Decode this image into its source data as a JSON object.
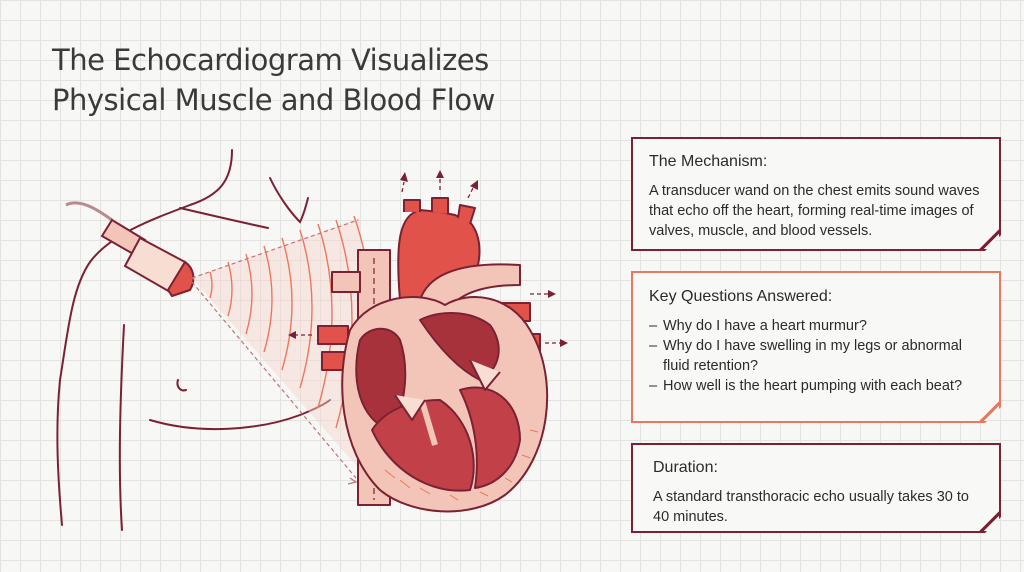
{
  "title": {
    "line1": "The Echocardiogram Visualizes",
    "line2": "Physical Muscle and Blood Flow"
  },
  "cards": {
    "mechanism": {
      "heading": "The Mechanism:",
      "body": "A transducer wand on the chest emits sound waves that echo off the heart, forming real-time images of valves, muscle, and blood vessels."
    },
    "questions": {
      "heading": "Key Questions Answered:",
      "items": [
        "Why do I have a heart murmur?",
        "Why do I have swelling in my legs or abnormal fluid retention?",
        "How well is the heart pumping with each beat?"
      ]
    },
    "duration": {
      "heading": "Duration:",
      "body": "A standard transthoracic echo usually takes 30 to 40 minutes."
    }
  },
  "colors": {
    "outline": "#7a2233",
    "heart_red": "#e0524a",
    "heart_light": "#f3c5b8",
    "accent_orange": "#e8795e"
  }
}
